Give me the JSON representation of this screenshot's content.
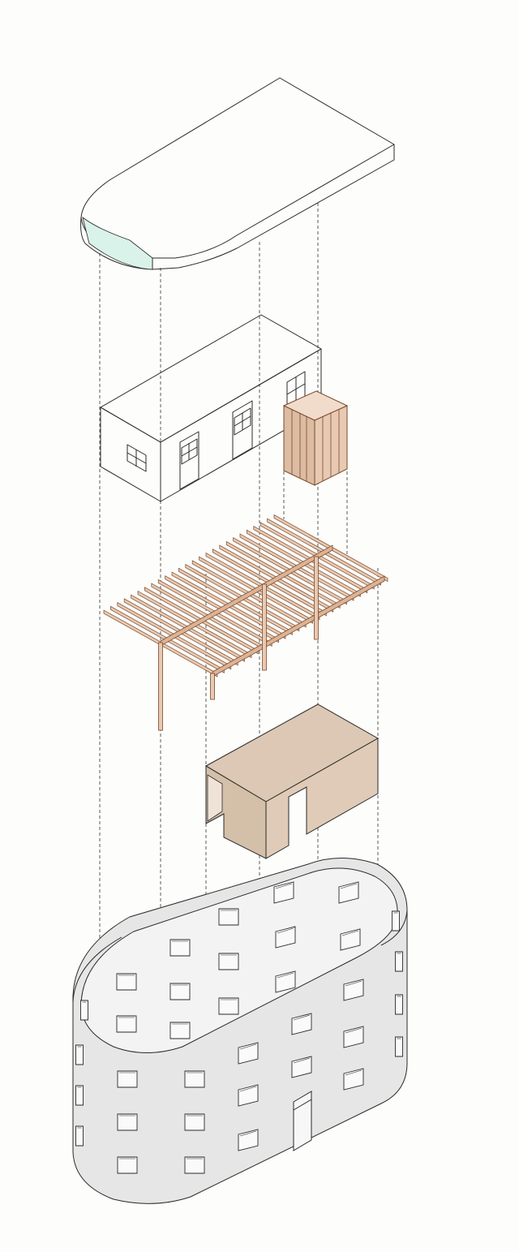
{
  "diagram": {
    "kind": "exploded axonometric",
    "layers": [
      {
        "id": "roof",
        "label": ""
      },
      {
        "id": "interior-volume",
        "label": ""
      },
      {
        "id": "pergola",
        "label": ""
      },
      {
        "id": "core-box",
        "label": ""
      },
      {
        "id": "perforated-oval-wall",
        "label": ""
      }
    ]
  },
  "colors": {
    "background": "#fdfdfb",
    "line": "#2a2a2a",
    "roof_glass": "#d9f3ea",
    "wood": "#e8c9b1",
    "wood_stroke": "#7a4a2e",
    "core_fill": "#dcc8b4",
    "wall_fill": "#e6e6e6",
    "wall_side": "#d2d2d2"
  }
}
